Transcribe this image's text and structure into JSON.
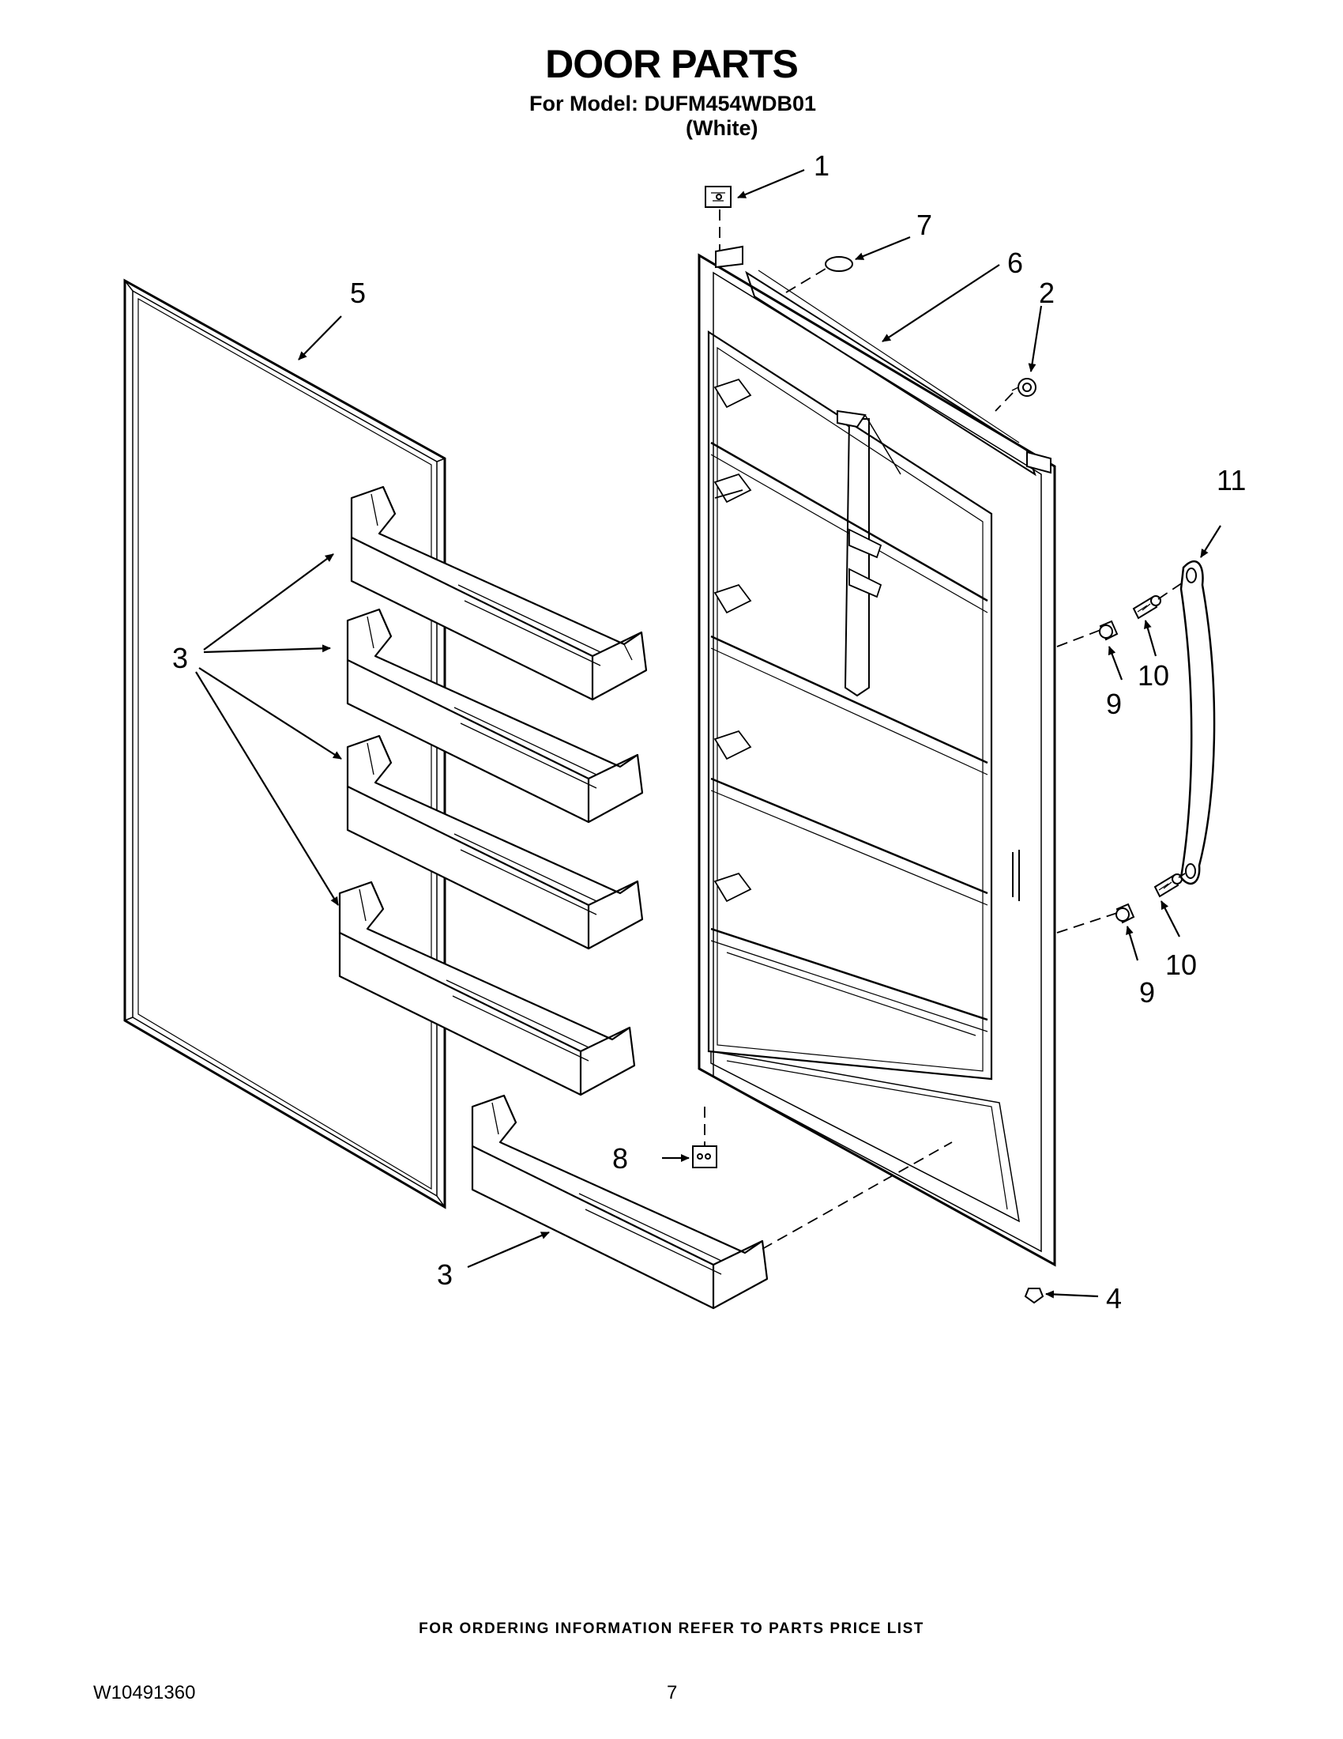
{
  "header": {
    "title": "DOOR PARTS",
    "model_line": "For Model: DUFM454WDB01",
    "color_line": "(White)"
  },
  "callouts": {
    "c1": "1",
    "c2": "2",
    "c3a": "3",
    "c3b": "3",
    "c4": "4",
    "c5": "5",
    "c6": "6",
    "c7": "7",
    "c8": "8",
    "c9a": "9",
    "c9b": "9",
    "c10a": "10",
    "c10b": "10",
    "c11": "11"
  },
  "footer": {
    "ordering_note": "FOR ORDERING INFORMATION REFER TO PARTS PRICE LIST",
    "document_number": "W10491360",
    "page_number": "7"
  },
  "colors": {
    "line": "#000000",
    "background": "#ffffff"
  }
}
